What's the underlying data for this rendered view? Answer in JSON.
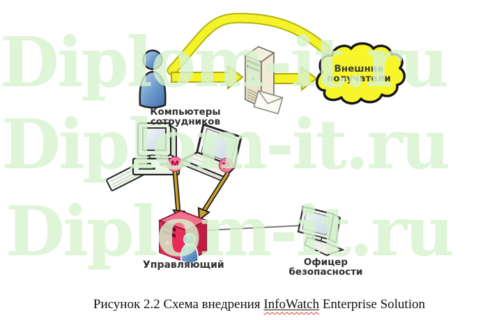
{
  "watermark": {
    "text": "Diplom-it.ru",
    "color": "#d7f3cf"
  },
  "diagram": {
    "labels": {
      "employees": "Компьютеры сотрудников",
      "cloud_line1": "Внешние",
      "cloud_line2": "получатели",
      "manager": "Управляющий",
      "officer_line1": "Офицер",
      "officer_line2": "безопасности"
    },
    "badge_letter": "M",
    "colors": {
      "arrow_yellow": "#f4f228",
      "arrow_yellow_edge": "#b2b211",
      "cloud_fill": "#f6f62a",
      "cloud_outline": "#151515",
      "server_beige": "#e9e2cc",
      "server_red": "#e62e57",
      "person_blue": "#5e8cc4",
      "gold_arrow": "#cfa22e",
      "device_green": "#eaf6e6",
      "connector_gray": "#7a7a7a"
    }
  },
  "caption": {
    "prefix": "Рисунок 2.2 Схема внедрения ",
    "link": "InfoWatch",
    "suffix": " Enterprise Solution"
  }
}
